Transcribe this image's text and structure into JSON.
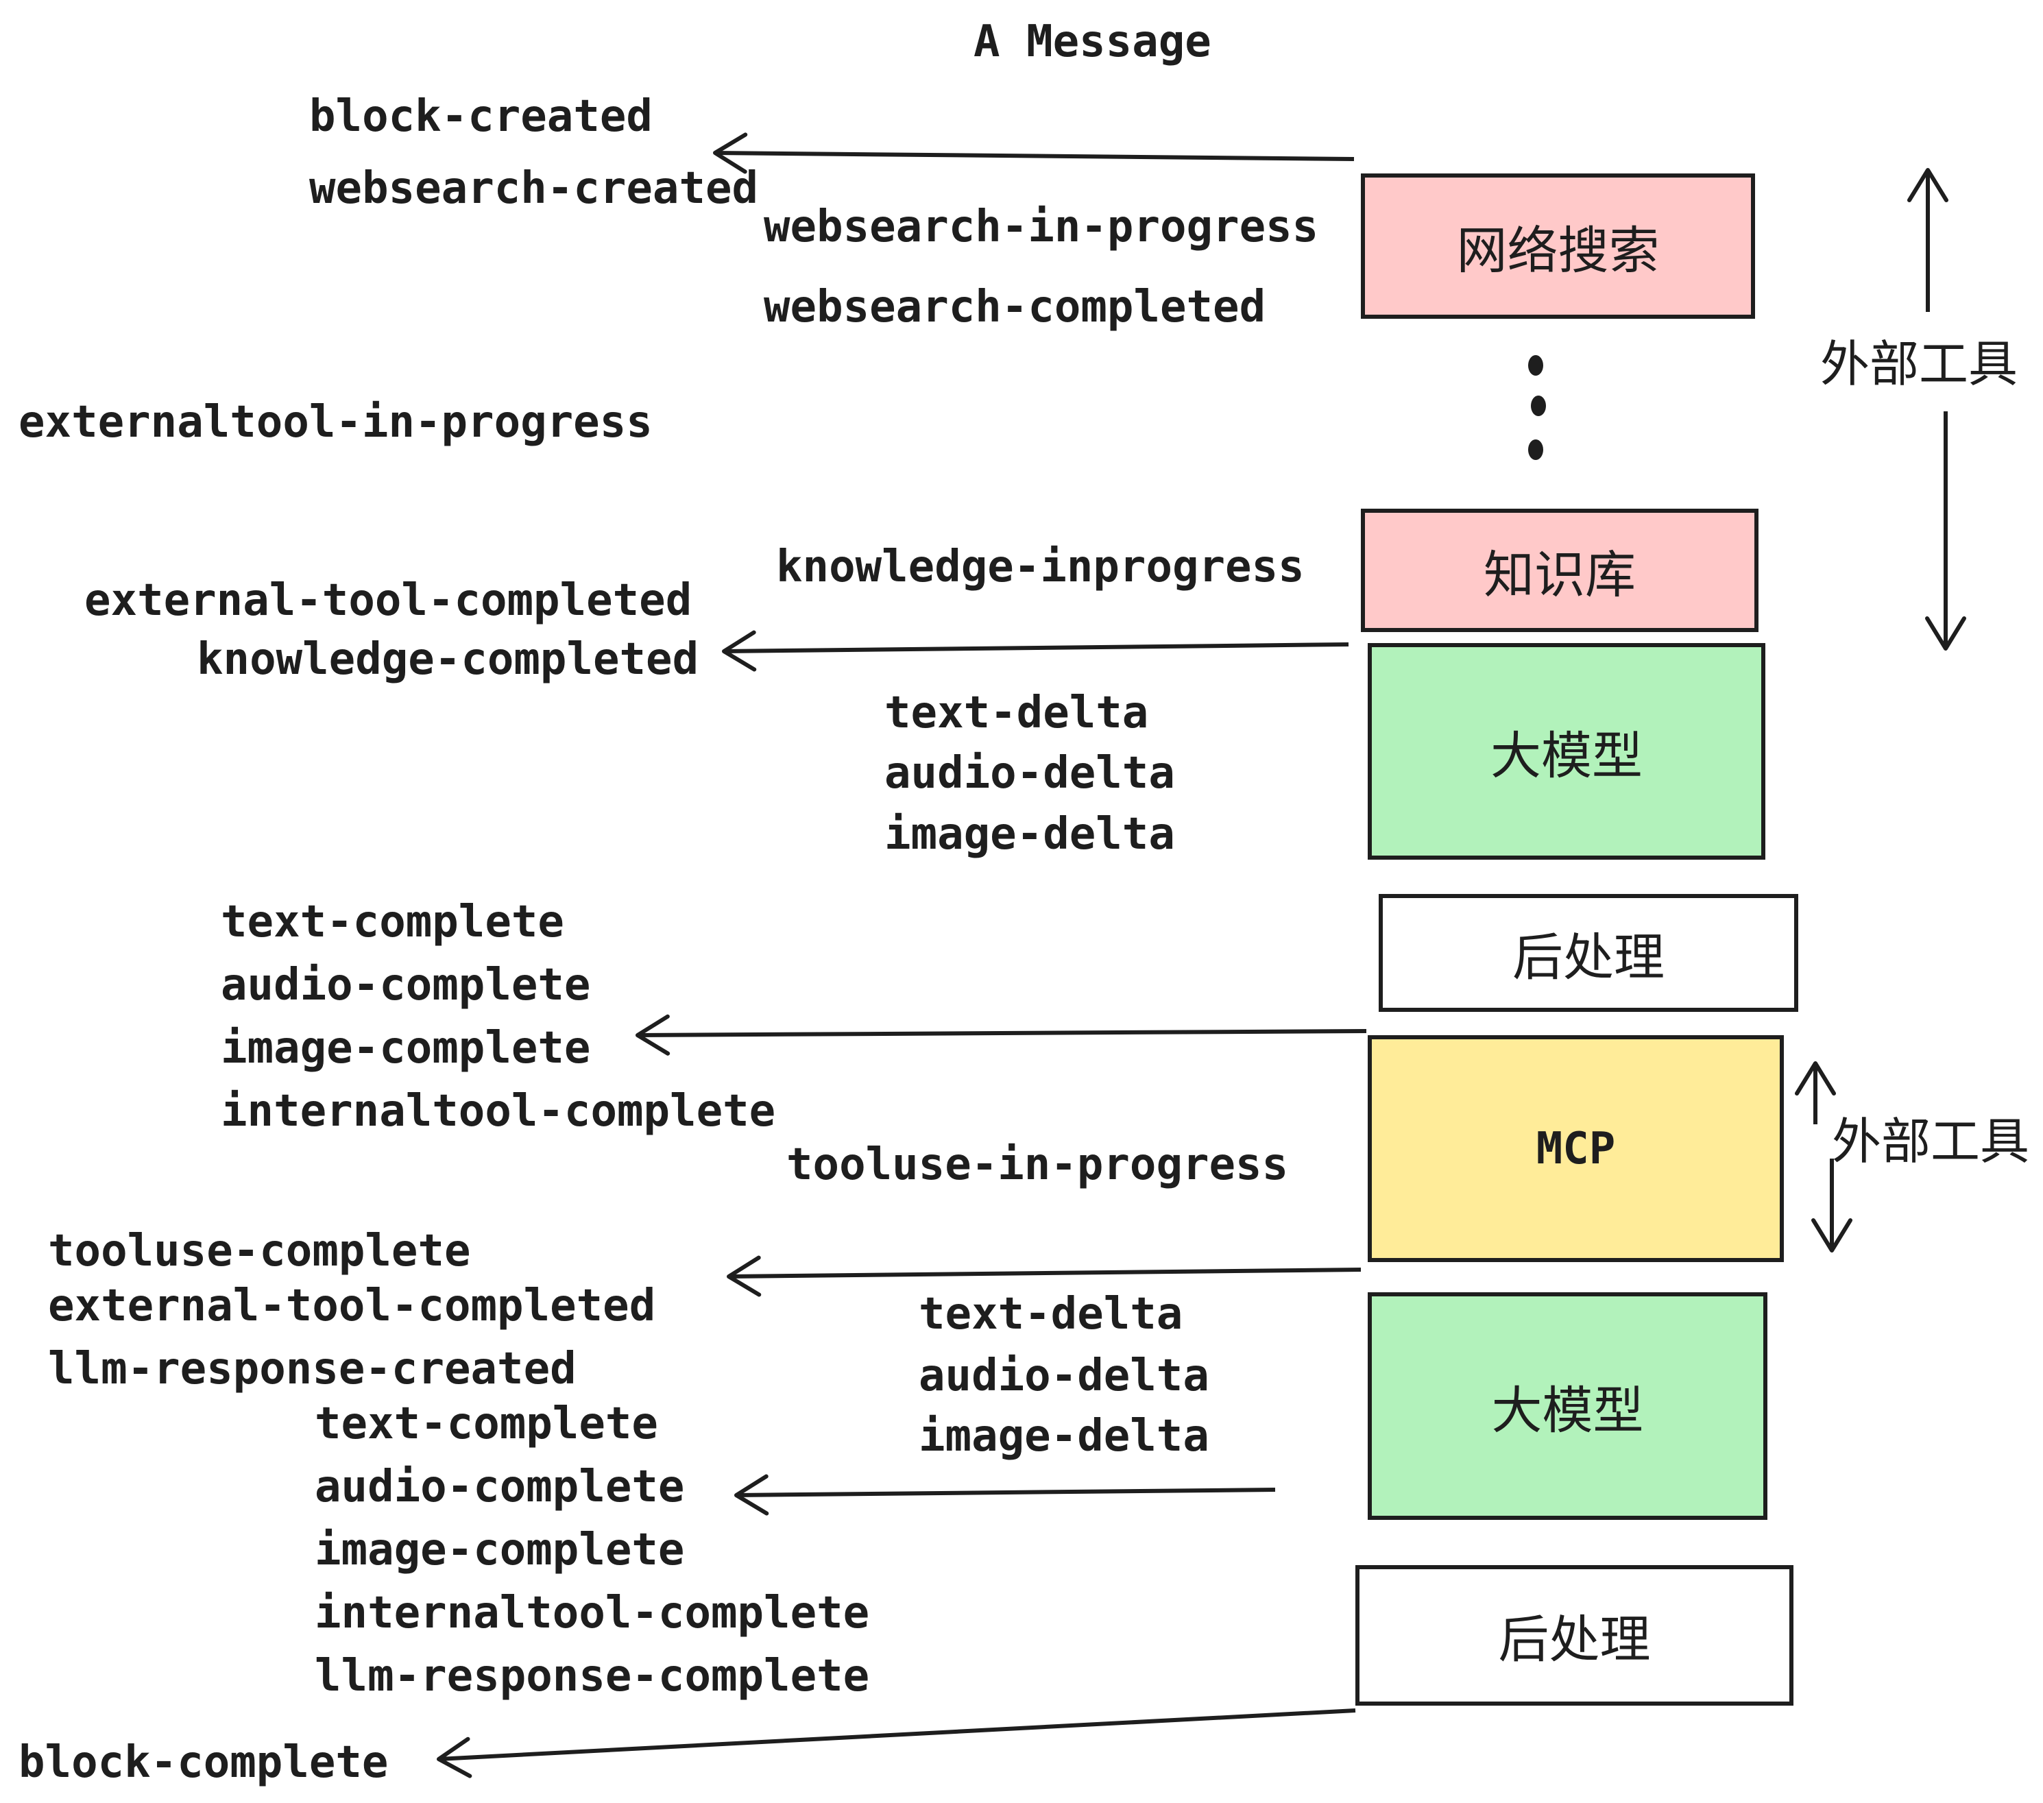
{
  "title": "A Message",
  "colors": {
    "stroke": "#1e1e1e",
    "pink": "#ffc9c9",
    "green": "#b2f2bb",
    "yellow": "#ffec99",
    "white": "#ffffff"
  },
  "boxes": {
    "websearch": "网络搜索",
    "knowledge": "知识库",
    "llm1": "大模型",
    "post1": "后处理",
    "mcp": "MCP",
    "llm2": "大模型",
    "post2": "后处理"
  },
  "annotations": {
    "external_tools_top": "外部工具",
    "external_tools_mid": "外部工具"
  },
  "events": {
    "block_created": "block-created",
    "websearch_created": "websearch-created",
    "websearch_in_progress": "websearch-in-progress",
    "websearch_completed": "websearch-completed",
    "externaltool_in_progress": "externaltool-in-progress",
    "knowledge_inprogress": "knowledge-inprogress",
    "external_tool_completed_1": "external-tool-completed",
    "knowledge_completed": "knowledge-completed",
    "text_delta_1": "text-delta",
    "audio_delta_1": "audio-delta",
    "image_delta_1": "image-delta",
    "text_complete_1": "text-complete",
    "audio_complete_1": "audio-complete",
    "image_complete_1": "image-complete",
    "internaltool_complete_1": "internaltool-complete",
    "tooluse_in_progress": "tooluse-in-progress",
    "tooluse_complete": "tooluse-complete",
    "external_tool_completed_2": "external-tool-completed",
    "llm_response_created": "llm-response-created",
    "text_delta_2": "text-delta",
    "audio_delta_2": "audio-delta",
    "image_delta_2": "image-delta",
    "text_complete_2": "text-complete",
    "audio_complete_2": "audio-complete",
    "image_complete_2": "image-complete",
    "internaltool_complete_2": "internaltool-complete",
    "llm_response_complete": "llm-response-complete",
    "block_complete": "block-complete"
  }
}
